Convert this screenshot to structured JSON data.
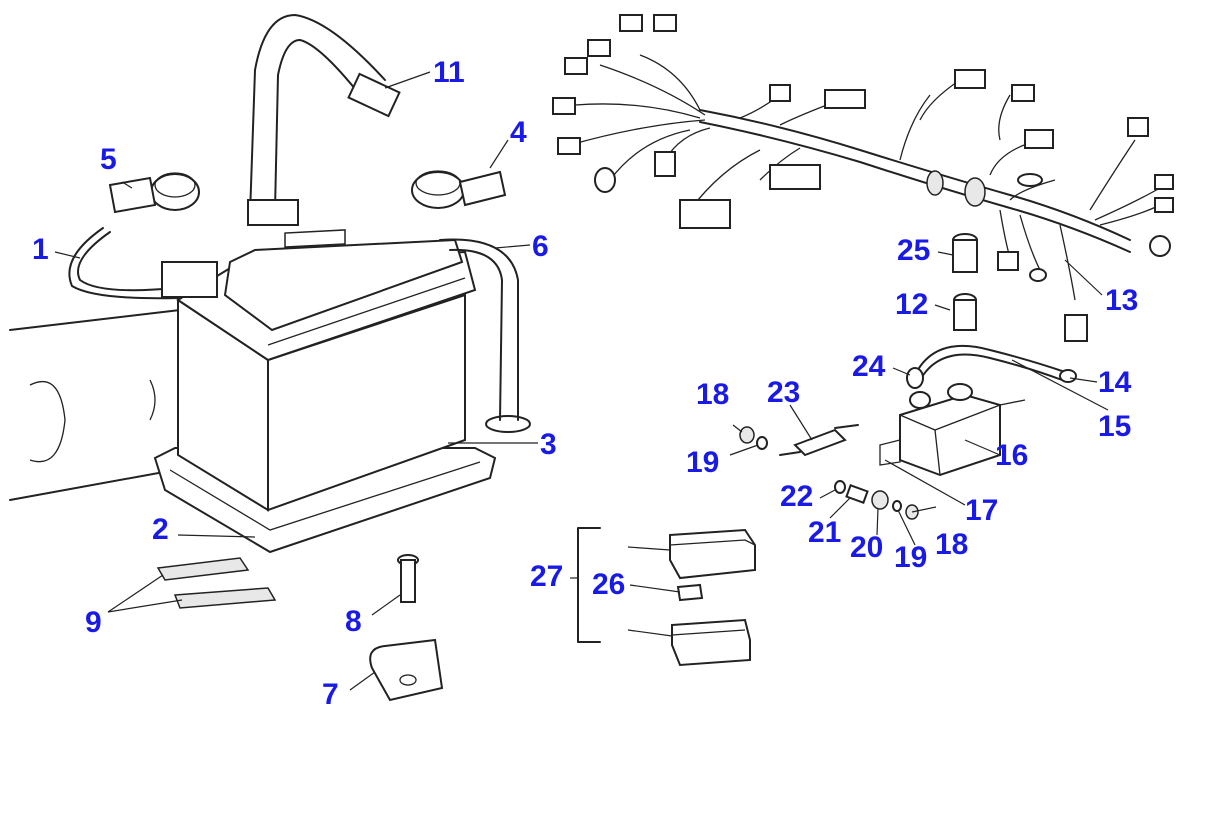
{
  "callouts": {
    "c1": "1",
    "c2": "2",
    "c3": "3",
    "c4": "4",
    "c5": "5",
    "c6": "6",
    "c7": "7",
    "c8": "8",
    "c9": "9",
    "c11": "11",
    "c12": "12",
    "c13": "13",
    "c14": "14",
    "c15": "15",
    "c16": "16",
    "c17": "17",
    "c18a": "18",
    "c18b": "18",
    "c19a": "19",
    "c19b": "19",
    "c20": "20",
    "c21": "21",
    "c22": "22",
    "c23": "23",
    "c24": "24",
    "c25": "25",
    "c26": "26",
    "c27": "27"
  },
  "colors": {
    "callout": "#1a1ae6",
    "ink": "#222222",
    "background": "#ffffff"
  }
}
